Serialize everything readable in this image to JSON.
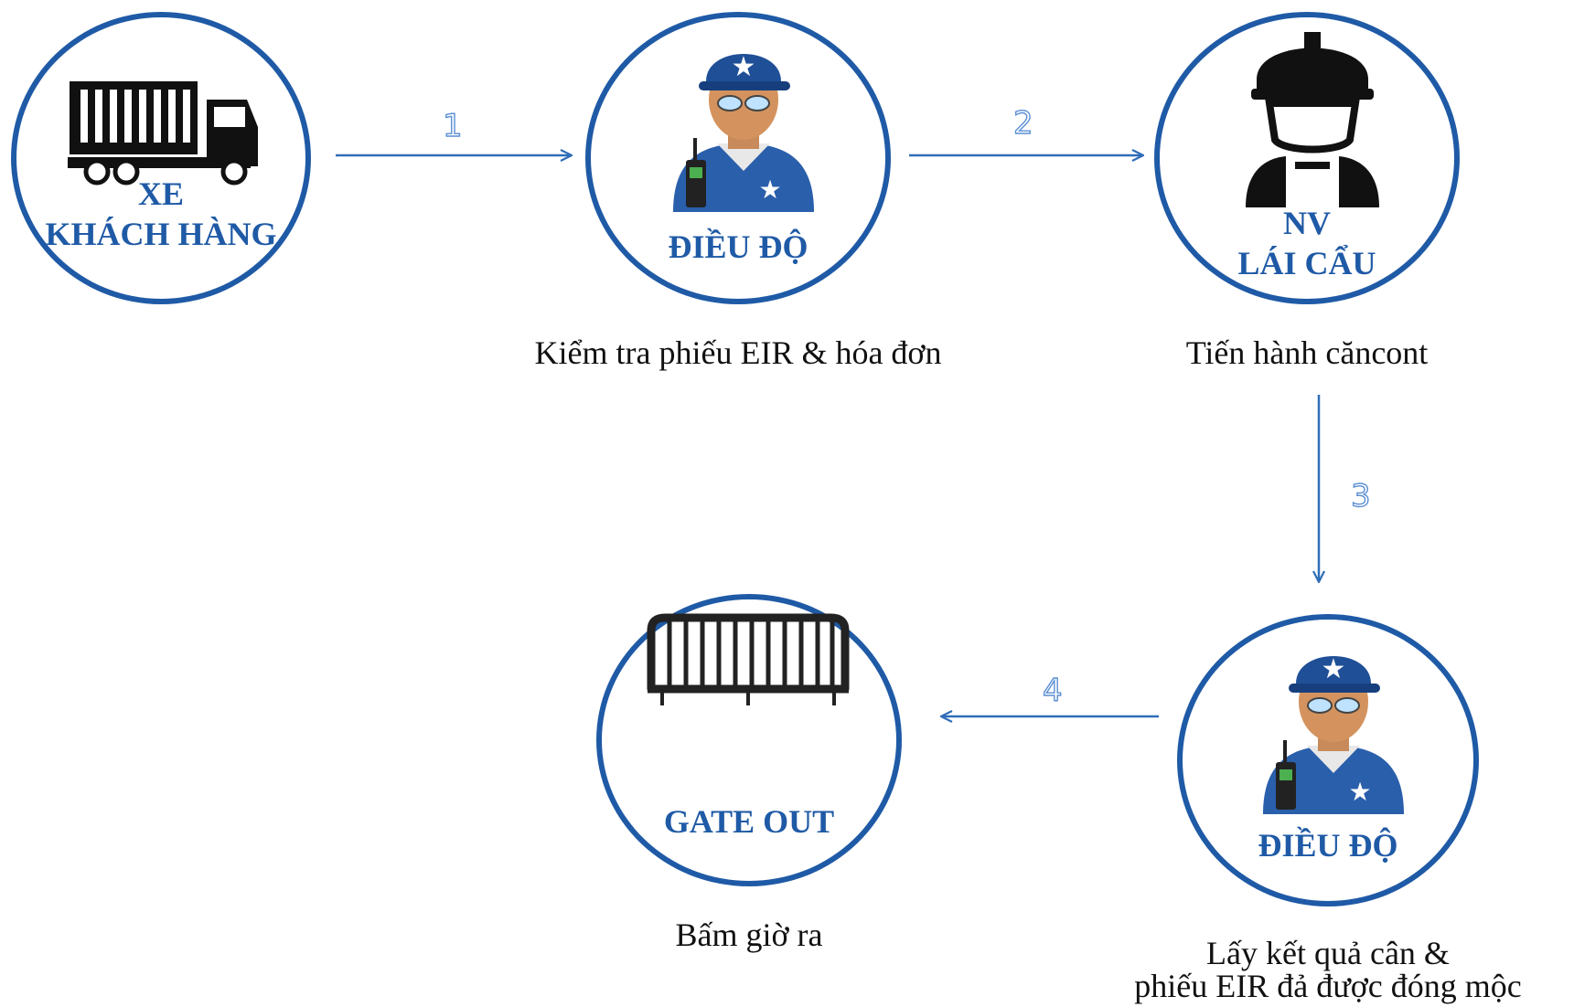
{
  "nodes": {
    "customer_truck": {
      "line1": "XE",
      "line2": "KHÁCH HÀNG",
      "icon": "truck-icon"
    },
    "dispatcher_1": {
      "label": "ĐIỀU ĐỘ",
      "caption": "Kiểm tra phiếu EIR & hóa đơn",
      "icon": "dispatcher-icon"
    },
    "crane_operator": {
      "line1": "NV",
      "line2": "LÁI CẨU",
      "caption": "Tiến hành căncont",
      "icon": "worker-icon"
    },
    "dispatcher_2": {
      "label": "ĐIỀU ĐỘ",
      "caption_line1": "Lấy kết quả cân &",
      "caption_line2": "phiếu EIR đả được đóng mộc",
      "icon": "dispatcher-icon"
    },
    "gate_out": {
      "label": "GATE OUT",
      "caption": "Bấm giờ ra",
      "icon": "barrier-icon"
    }
  },
  "steps": [
    "1",
    "2",
    "3",
    "4"
  ],
  "colors": {
    "accent": "#1f5aa6",
    "arrow": "#2f6db8",
    "text": "#111111"
  }
}
